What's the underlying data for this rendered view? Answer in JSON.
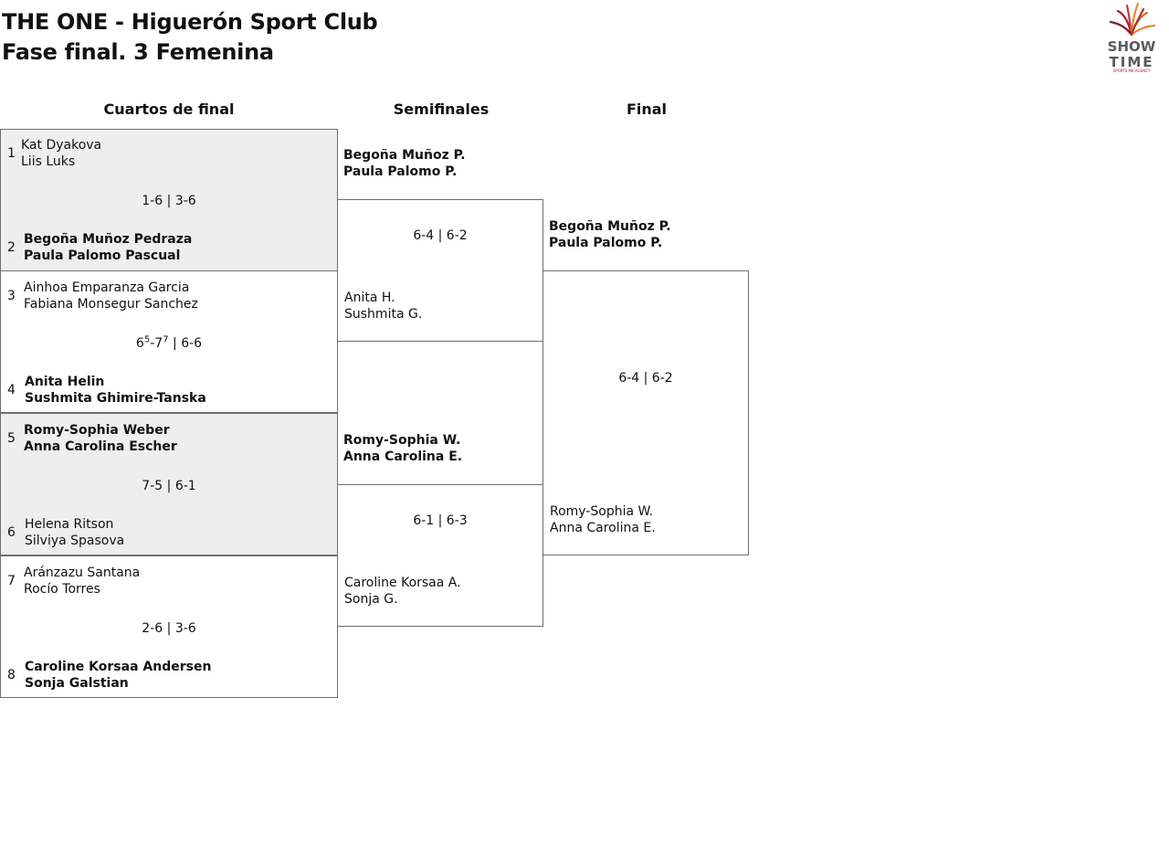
{
  "header": {
    "title": "THE ONE - Higuerón Sport Club",
    "subtitle": "Fase final. 3 Femenina",
    "logo_text": [
      "SHOW",
      "TIME",
      "SPORTS MK AGENCY"
    ]
  },
  "rounds": {
    "quarterfinals": "Cuartos de final",
    "semifinals": "Semifinales",
    "final": "Final"
  },
  "quarterfinals": [
    {
      "top": {
        "seed": "1",
        "p1": "Kat Dyakova",
        "p2": "Liis Luks",
        "winner": false
      },
      "bottom": {
        "seed": "2",
        "p1": "Begoña Muñoz Pedraza",
        "p2": "Paula Palomo Pascual",
        "winner": true
      },
      "score": {
        "s1a": "1",
        "s1b": "6",
        "s2": "3-6"
      }
    },
    {
      "top": {
        "seed": "3",
        "p1": "Ainhoa Emparanza Garcia",
        "p2": "Fabiana Monsegur Sanchez",
        "winner": false
      },
      "bottom": {
        "seed": "4",
        "p1": "Anita Helin",
        "p2": "Sushmita Ghimire-Tanska",
        "winner": true
      },
      "score": {
        "s1a": "6",
        "s1a_sup": "5",
        "s1b": "7",
        "s1b_sup": "7",
        "s2": "6-6"
      }
    },
    {
      "top": {
        "seed": "5",
        "p1": "Romy-Sophia Weber",
        "p2": "Anna Carolina Escher",
        "winner": true
      },
      "bottom": {
        "seed": "6",
        "p1": "Helena Ritson",
        "p2": "Silviya Spasova",
        "winner": false
      },
      "score": {
        "s1a": "7",
        "s1b": "5",
        "s2": "6-1"
      }
    },
    {
      "top": {
        "seed": "7",
        "p1": "Aránzazu Santana",
        "p2": "Rocío Torres",
        "winner": false
      },
      "bottom": {
        "seed": "8",
        "p1": "Caroline Korsaa Andersen",
        "p2": "Sonja Galstian",
        "winner": true
      },
      "score": {
        "s1a": "2",
        "s1b": "6",
        "s2": "3-6"
      }
    }
  ],
  "semifinals": [
    {
      "top": {
        "p1": "Begoña Muñoz P.",
        "p2": "Paula Palomo P.",
        "winner": true
      },
      "bottom": {
        "p1": "Anita H.",
        "p2": "Sushmita G.",
        "winner": false
      },
      "score": "6-4 | 6-2"
    },
    {
      "top": {
        "p1": "Romy-Sophia W.",
        "p2": "Anna Carolina E.",
        "winner": true
      },
      "bottom": {
        "p1": "Caroline Korsaa A.",
        "p2": "Sonja G.",
        "winner": false
      },
      "score": "6-1 | 6-3"
    }
  ],
  "final": {
    "top": {
      "p1": "Begoña Muñoz P.",
      "p2": "Paula Palomo P.",
      "winner": true
    },
    "bottom": {
      "p1": "Romy-Sophia W.",
      "p2": "Anna Carolina E.",
      "winner": false
    },
    "score": "6-4 | 6-2"
  },
  "colors": {
    "shade": "#eeeeee",
    "border": "#6e6e6e",
    "logo_red": "#a61e3a",
    "logo_orange": "#e8892a",
    "logo_gray": "#5a5a5a"
  }
}
